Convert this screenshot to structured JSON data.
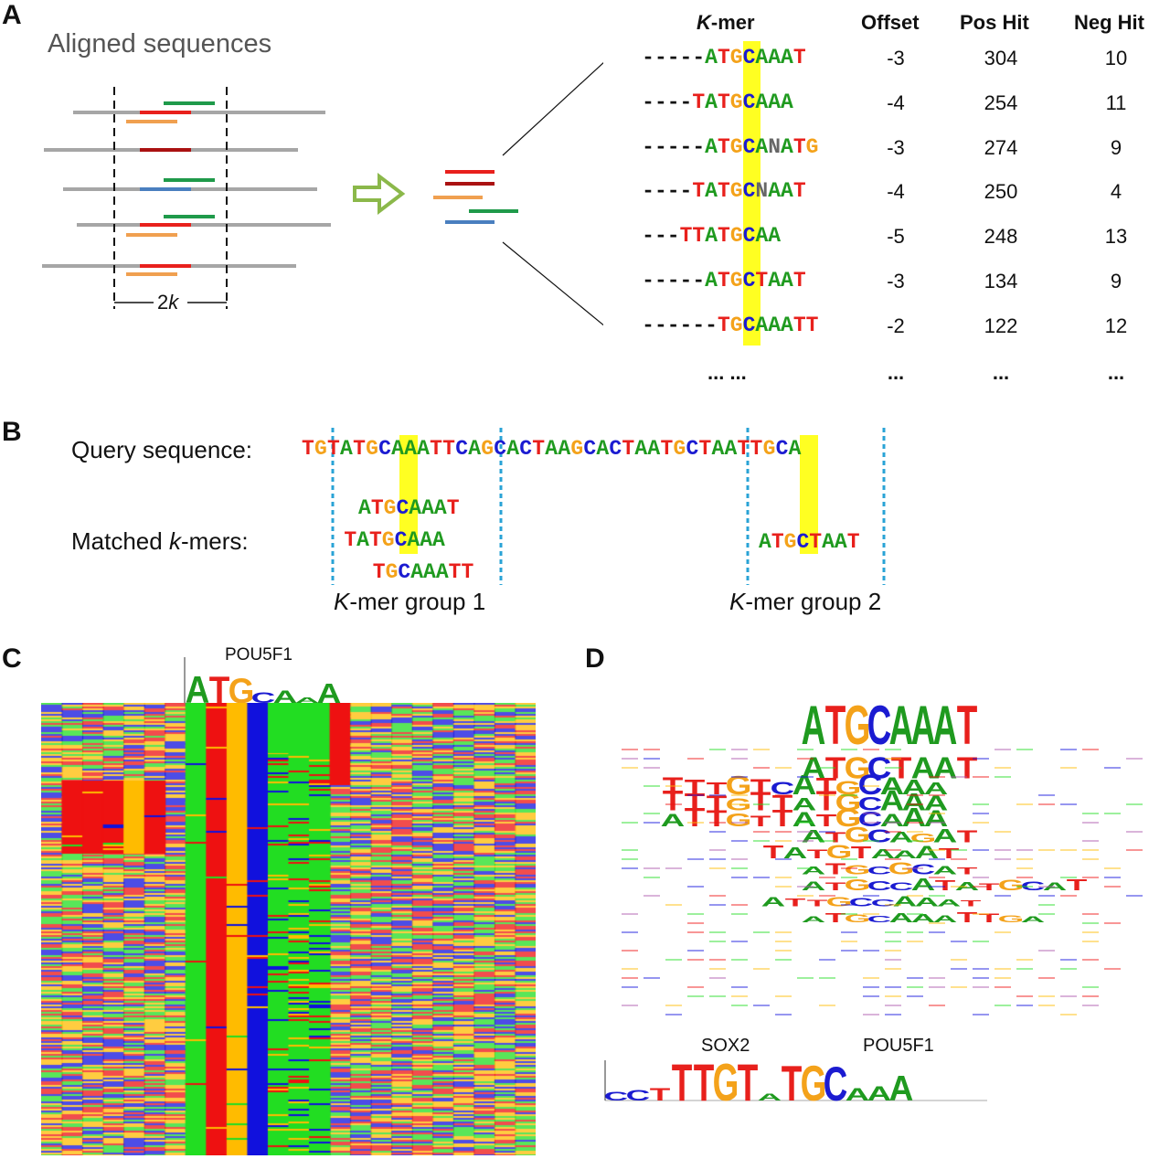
{
  "panels": {
    "A": "A",
    "B": "B",
    "C": "C",
    "D": "D"
  },
  "panelA": {
    "title": "Aligned sequences",
    "bracket_label_num": "2",
    "bracket_label_k": "k",
    "table_headers": {
      "kmer_k": "K",
      "kmer_rest": "-mer",
      "offset": "Offset",
      "pos_hit": "Pos Hit",
      "neg_hit": "Neg Hit"
    },
    "rows": [
      {
        "dashes": "-----",
        "kmer": "ATGCAAAT",
        "offset": "-3",
        "pos": "304",
        "neg": "10"
      },
      {
        "dashes": "----",
        "kmer": "TATGCAAA",
        "offset": "-4",
        "pos": "254",
        "neg": "11"
      },
      {
        "dashes": "-----",
        "kmer": "ATGCANATG",
        "offset": "-3",
        "pos": "274",
        "neg": "9"
      },
      {
        "dashes": "----",
        "kmer": "TATGCNAAT",
        "offset": "-4",
        "pos": "250",
        "neg": "4"
      },
      {
        "dashes": "---",
        "kmer": "TTATGCAA",
        "offset": "-5",
        "pos": "248",
        "neg": "13"
      },
      {
        "dashes": "-----",
        "kmer": "ATGCTAAT",
        "offset": "-3",
        "pos": "134",
        "neg": "9"
      },
      {
        "dashes": "------",
        "kmer": "TGCAAATT",
        "offset": "-2",
        "pos": "122",
        "neg": "12"
      }
    ],
    "ellipsis": {
      "kmer": "... ...",
      "offset": "...",
      "pos": "...",
      "neg": "..."
    }
  },
  "panelB": {
    "query_label": "Query sequence:",
    "query": "TGTATGCAAATTCAGCACTAAGCACTAATGCTAATTGCA",
    "matched_label_pre": "Matched ",
    "matched_label_k": "k",
    "matched_label_post": "-mers:",
    "group1_kmers": [
      "ATGCAAAT",
      "TATGCAAA",
      "TGCAAATT"
    ],
    "group2_kmers": [
      "ATGCTAAT"
    ],
    "group1_label_k": "K",
    "group1_label_rest": "-mer group 1",
    "group2_label_k": "K",
    "group2_label_rest": "-mer group 2"
  },
  "panelC": {
    "motif_name": "POU5F1",
    "logo": "ATGCAAA"
  },
  "panelD": {
    "sox2_label": "SOX2",
    "pou5f1_label": "POU5F1",
    "stacked_logos": [
      "ATGCAAAT",
      "ATGCTAAT",
      "TTTGTCATGCAAA",
      "TTTGTTATGCAAA",
      "ATTGTTATGCAAA",
      "ATGCAGAT",
      "TATGTAAAT",
      "ATGCGCAT",
      "ATGCCATATGCAT",
      "ATTGCCAAAT",
      "ATGCAAATTGA"
    ],
    "combined_logo": "CCTTTGTATGCAAA"
  },
  "colors": {
    "A": "#1f9a1f",
    "T": "#e8201c",
    "G": "#f4a21a",
    "C": "#1b1bd1",
    "N": "#666666",
    "highlight": "#ffff22",
    "dotted": "#29a3d6",
    "arrow": "#8bb84a",
    "gray_line": "#a6a6a6",
    "heat_A": "#22dd22",
    "heat_T": "#ee1111",
    "heat_G": "#ffbb00",
    "heat_C": "#1111dd"
  }
}
